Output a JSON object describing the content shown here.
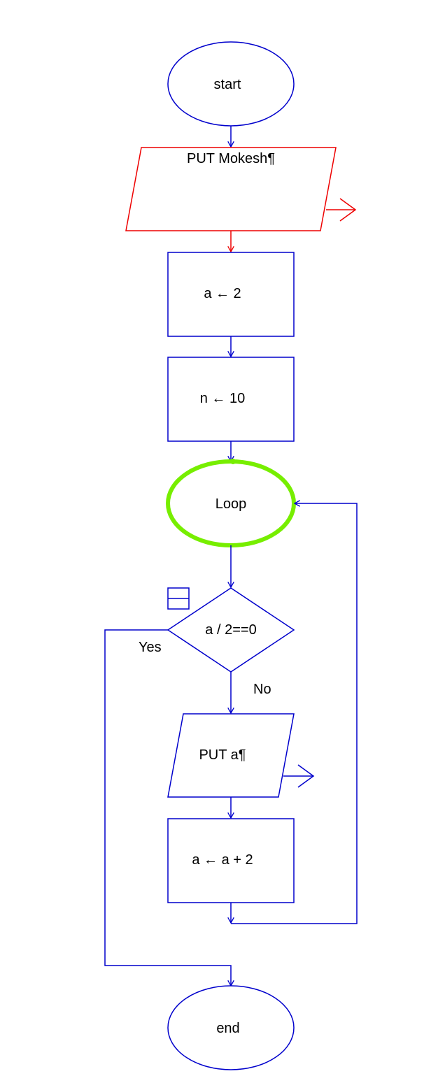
{
  "colors": {
    "flow": "#0000cc",
    "output_block": "#ee0000",
    "loop_highlight": "#77ee00",
    "text": "#000000",
    "background": "#ffffff"
  },
  "nodes": {
    "start": "start",
    "output_name": "PUT Mokesh¶",
    "assign_a": "a ← 2",
    "assign_n": "n ← 10",
    "loop": "Loop",
    "condition": "a / 2==0",
    "output_a": "PUT a¶",
    "increment": "a ← a + 2",
    "end": "end"
  },
  "branches": {
    "yes": "Yes",
    "no": "No"
  }
}
